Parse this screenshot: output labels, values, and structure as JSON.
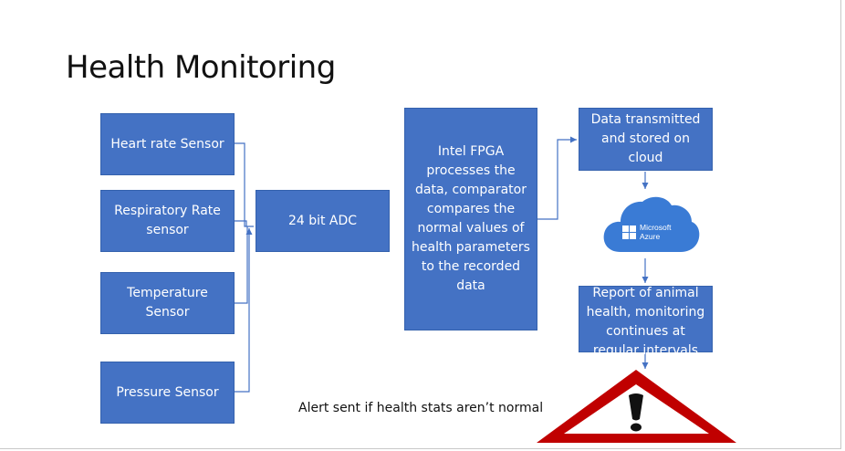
{
  "slide": {
    "title": "Health Monitoring"
  },
  "sensors": {
    "heart_rate": "Heart rate Sensor",
    "respiratory": "Respiratory Rate sensor",
    "temperature": "Temperature Sensor",
    "pressure": "Pressure Sensor"
  },
  "adc": {
    "label": "24 bit ADC"
  },
  "fpga": {
    "label": "Intel FPGA processes the data, comparator compares the normal values of health parameters to the recorded data"
  },
  "cloud_box": {
    "label": "Data transmitted and stored on cloud"
  },
  "azure_logo": {
    "line1": "Microsoft",
    "line2": "Azure",
    "color": "#3A7BD5",
    "icon": "azure-cloud-icon"
  },
  "report": {
    "label": "Report of animal health, monitoring continues at regular intervals"
  },
  "alert": {
    "text": "Alert sent if health stats aren’t normal",
    "icon": "warning-triangle-icon",
    "color": "#C00000"
  },
  "colors": {
    "box_fill": "#4472C4",
    "connector": "#4472C4"
  }
}
